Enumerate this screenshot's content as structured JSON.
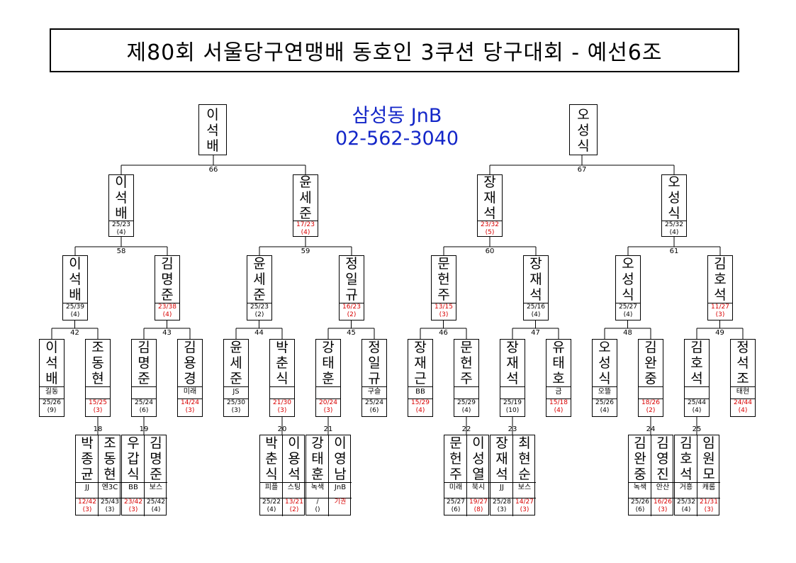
{
  "title": "제80회 서울당구연맹배 동호인 3쿠션 당구대회 - 예선6조",
  "sponsor": {
    "name": "삼성동 JnB",
    "phone": "02-562-3040"
  },
  "colors": {
    "loser": "#d80000",
    "sponsor": "#1326c8",
    "winner": "#000000"
  },
  "bracket": {
    "final": {
      "left": {
        "name": "이석배",
        "match": "66"
      },
      "right": {
        "name": "오성식",
        "match": "67"
      }
    },
    "qf": [
      {
        "name": "이석배",
        "score": "25/23",
        "rank": "(4)",
        "status": "winner"
      },
      {
        "name": "윤세준",
        "score": "17/23",
        "rank": "(4)",
        "status": "loser"
      },
      {
        "name": "장재석",
        "score": "23/32",
        "rank": "(5)",
        "status": "loser"
      },
      {
        "name": "오성식",
        "score": "25/32",
        "rank": "(4)",
        "status": "winner"
      }
    ],
    "qf_matches": [
      "58",
      "59",
      "60",
      "61"
    ],
    "r16": [
      {
        "name": "이석배",
        "score": "25/39",
        "rank": "(4)",
        "status": "winner"
      },
      {
        "name": "김명준",
        "score": "23/38",
        "rank": "(4)",
        "status": "loser"
      },
      {
        "name": "윤세준",
        "score": "25/23",
        "rank": "(2)",
        "status": "winner"
      },
      {
        "name": "정일규",
        "score": "16/23",
        "rank": "(2)",
        "status": "loser"
      },
      {
        "name": "문헌주",
        "score": "13/15",
        "rank": "(3)",
        "status": "loser"
      },
      {
        "name": "장재석",
        "score": "25/16",
        "rank": "(4)",
        "status": "winner"
      },
      {
        "name": "오성식",
        "score": "25/27",
        "rank": "(4)",
        "status": "winner"
      },
      {
        "name": "김호석",
        "score": "11/27",
        "rank": "(3)",
        "status": "loser"
      }
    ],
    "r16_matches": [
      "42",
      "43",
      "44",
      "45",
      "46",
      "47",
      "48",
      "49"
    ],
    "r32": [
      {
        "name": "이석배",
        "club": "길동",
        "score": "25/26",
        "rank": "(9)",
        "status": "winner"
      },
      {
        "name": "조동현",
        "club": "",
        "score": "15/25",
        "rank": "(3)",
        "status": "loser"
      },
      {
        "name": "김명준",
        "club": "",
        "score": "25/24",
        "rank": "(6)",
        "status": "winner"
      },
      {
        "name": "김용경",
        "club": "미래",
        "score": "14/24",
        "rank": "(3)",
        "status": "loser"
      },
      {
        "name": "윤세준",
        "club": "JS",
        "score": "25/30",
        "rank": "(3)",
        "status": "winner"
      },
      {
        "name": "박춘식",
        "club": "",
        "score": "21/30",
        "rank": "(3)",
        "status": "loser"
      },
      {
        "name": "강태훈",
        "club": "",
        "score": "20/24",
        "rank": "(3)",
        "status": "loser"
      },
      {
        "name": "정일규",
        "club": "구슬",
        "score": "25/24",
        "rank": "(6)",
        "status": "winner"
      },
      {
        "name": "장재근",
        "club": "BB",
        "score": "15/29",
        "rank": "(4)",
        "status": "loser"
      },
      {
        "name": "문헌주",
        "club": "",
        "score": "25/29",
        "rank": "(4)",
        "status": "winner"
      },
      {
        "name": "장재석",
        "club": "",
        "score": "25/19",
        "rank": "(10)",
        "status": "winner"
      },
      {
        "name": "유태호",
        "club": "금",
        "score": "15/18",
        "rank": "(4)",
        "status": "loser"
      },
      {
        "name": "오성식",
        "club": "오뜰",
        "score": "25/26",
        "rank": "(4)",
        "status": "winner"
      },
      {
        "name": "김완중",
        "club": "",
        "score": "18/26",
        "rank": "(2)",
        "status": "loser"
      },
      {
        "name": "김호석",
        "club": "",
        "score": "25/44",
        "rank": "(4)",
        "status": "winner"
      },
      {
        "name": "정석조",
        "club": "태현",
        "score": "24/44",
        "rank": "(4)",
        "status": "loser"
      }
    ],
    "prelim": [
      {
        "match": "18",
        "players": [
          {
            "name": "박종균",
            "club": "JJ",
            "score": "12/42",
            "rank": "(3)",
            "status": "loser"
          },
          {
            "name": "조동현",
            "club": "엔3C",
            "score": "25/43",
            "rank": "(3)",
            "status": "winner"
          }
        ]
      },
      {
        "match": "19",
        "players": [
          {
            "name": "우갑식",
            "club": "BB",
            "score": "23/42",
            "rank": "(3)",
            "status": "loser"
          },
          {
            "name": "김명준",
            "club": "보스",
            "score": "25/42",
            "rank": "(4)",
            "status": "winner"
          }
        ]
      },
      {
        "match": "20",
        "players": [
          {
            "name": "박춘식",
            "club": "피플",
            "score": "25/22",
            "rank": "(4)",
            "status": "winner"
          },
          {
            "name": "이용석",
            "club": "스팅",
            "score": "13/21",
            "rank": "(2)",
            "status": "loser"
          }
        ]
      },
      {
        "match": "21",
        "players": [
          {
            "name": "강태훈",
            "club": "녹색",
            "score": "/",
            "rank": "()",
            "status": "winner"
          },
          {
            "name": "이영남",
            "club": "JnB",
            "score": "기권",
            "rank": "",
            "status": "loser"
          }
        ]
      },
      {
        "match": "22",
        "players": [
          {
            "name": "문헌주",
            "club": "미래",
            "score": "25/27",
            "rank": "(6)",
            "status": "winner"
          },
          {
            "name": "이성열",
            "club": "북시",
            "score": "19/27",
            "rank": "(8)",
            "status": "loser"
          }
        ]
      },
      {
        "match": "23",
        "players": [
          {
            "name": "장재석",
            "club": "JJ",
            "score": "25/28",
            "rank": "(3)",
            "status": "winner"
          },
          {
            "name": "최현순",
            "club": "보스",
            "score": "14/27",
            "rank": "(3)",
            "status": "loser"
          }
        ]
      },
      {
        "match": "24",
        "players": [
          {
            "name": "김완중",
            "club": "녹색",
            "score": "25/26",
            "rank": "(6)",
            "status": "winner"
          },
          {
            "name": "김영진",
            "club": "안산",
            "score": "16/26",
            "rank": "(3)",
            "status": "loser"
          }
        ]
      },
      {
        "match": "25",
        "players": [
          {
            "name": "김호석",
            "club": "거흥",
            "score": "25/32",
            "rank": "(4)",
            "status": "winner"
          },
          {
            "name": "임원모",
            "club": "캐롬",
            "score": "21/31",
            "rank": "(3)",
            "status": "loser"
          }
        ]
      }
    ]
  }
}
